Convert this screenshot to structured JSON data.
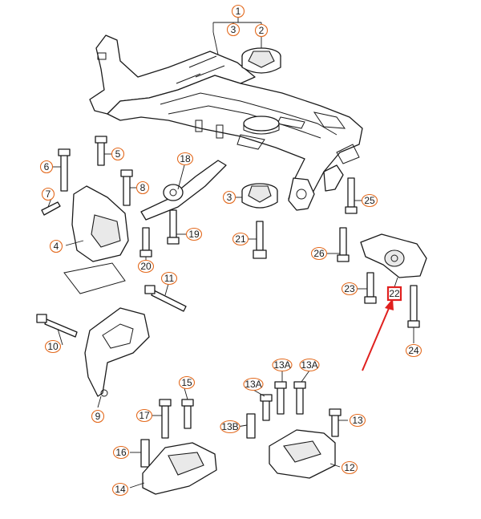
{
  "diagram": {
    "callouts": [
      {
        "id": "c-1",
        "label": "1"
      },
      {
        "id": "c-2",
        "label": "2"
      },
      {
        "id": "c-3-top",
        "label": "3"
      },
      {
        "id": "c-3",
        "label": "3"
      },
      {
        "id": "c-4",
        "label": "4"
      },
      {
        "id": "c-5",
        "label": "5"
      },
      {
        "id": "c-6",
        "label": "6"
      },
      {
        "id": "c-7",
        "label": "7"
      },
      {
        "id": "c-8",
        "label": "8"
      },
      {
        "id": "c-9",
        "label": "9"
      },
      {
        "id": "c-10",
        "label": "10"
      },
      {
        "id": "c-11",
        "label": "11"
      },
      {
        "id": "c-12",
        "label": "12"
      },
      {
        "id": "c-13",
        "label": "13"
      },
      {
        "id": "c-13a-1",
        "label": "13A"
      },
      {
        "id": "c-13a-2",
        "label": "13A"
      },
      {
        "id": "c-13a-3",
        "label": "13A"
      },
      {
        "id": "c-13b",
        "label": "13B"
      },
      {
        "id": "c-14",
        "label": "14"
      },
      {
        "id": "c-15",
        "label": "15"
      },
      {
        "id": "c-16",
        "label": "16"
      },
      {
        "id": "c-17",
        "label": "17"
      },
      {
        "id": "c-18",
        "label": "18"
      },
      {
        "id": "c-19",
        "label": "19"
      },
      {
        "id": "c-20",
        "label": "20"
      },
      {
        "id": "c-21",
        "label": "21"
      },
      {
        "id": "c-22",
        "label": "22"
      },
      {
        "id": "c-23",
        "label": "23"
      },
      {
        "id": "c-24",
        "label": "24"
      },
      {
        "id": "c-25",
        "label": "25"
      },
      {
        "id": "c-26",
        "label": "26"
      }
    ],
    "highlight_color": "#e0201e",
    "callout_ring_color": "#e36a1e",
    "highlighted_callout": "22"
  }
}
